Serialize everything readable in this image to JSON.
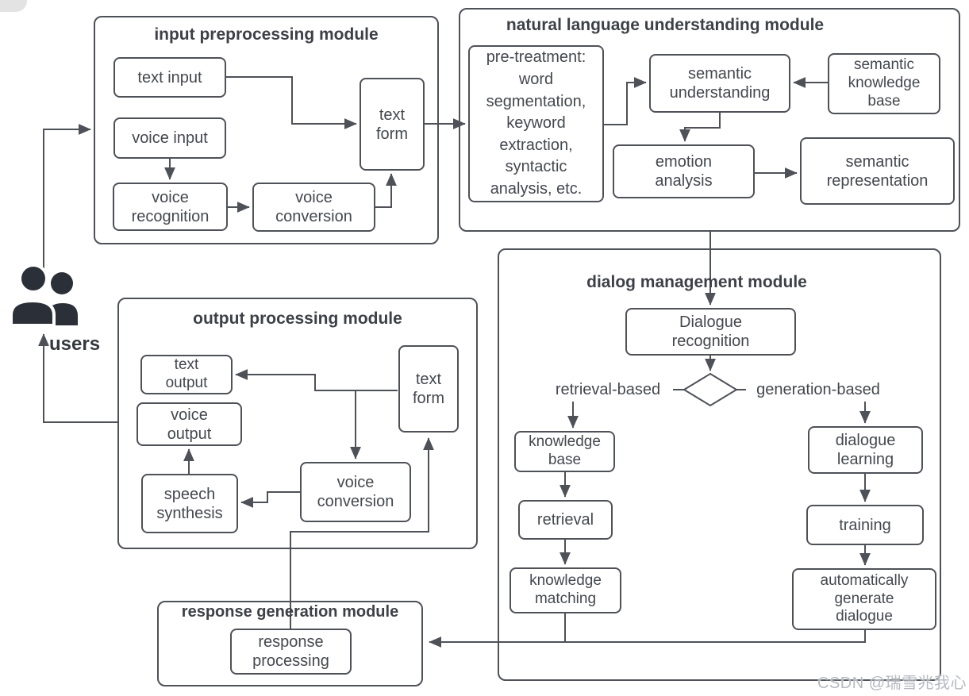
{
  "users": {
    "label": "users",
    "icon": "two-people-silhouette-icon"
  },
  "watermark": {
    "text": "CSDN @瑞雪兆我心"
  },
  "modules": {
    "input_preprocessing": {
      "title": "input preprocessing module"
    },
    "nlu": {
      "title": "natural language understanding module"
    },
    "dialog_management": {
      "title": "dialog management module"
    },
    "output_processing": {
      "title": "output processing module"
    },
    "response_generation": {
      "title": "response generation module"
    }
  },
  "nodes": {
    "text_input": "text input",
    "voice_input": "voice input",
    "voice_recognition": "voice\nrecognition",
    "voice_conversion_in": "voice\nconversion",
    "text_form_in": "text\nform",
    "pretreatment": "pre-treatment:\nword\nsegmentation,\nkeyword\nextraction,\nsyntactic\nanalysis, etc.",
    "semantic_understanding": "semantic\nunderstanding",
    "semantic_knowledge_base": "semantic\nknowledge\nbase",
    "emotion_analysis": "emotion\nanalysis",
    "semantic_representation": "semantic\nrepresentation",
    "dialogue_recognition": "Dialogue\nrecognition",
    "knowledge_base": "knowledge\nbase",
    "retrieval": "retrieval",
    "knowledge_matching": "knowledge\nmatching",
    "dialogue_learning": "dialogue\nlearning",
    "training": "training",
    "auto_generate_dialogue": "automatically\ngenerate\ndialogue",
    "text_output": "text\noutput",
    "voice_output": "voice\noutput",
    "speech_synthesis": "speech\nsynthesis",
    "voice_conversion_out": "voice\nconversion",
    "text_form_out": "text\nform",
    "response_processing": "response\nprocessing"
  },
  "branch_labels": {
    "retrieval_based": "retrieval-based",
    "generation_based": "generation-based"
  },
  "colors": {
    "line": "#4e5158",
    "text": "#44484e",
    "title": "#3d4147",
    "icon": "#2b2f37",
    "watermark": "#b6bac2",
    "background": "#ffffff"
  }
}
